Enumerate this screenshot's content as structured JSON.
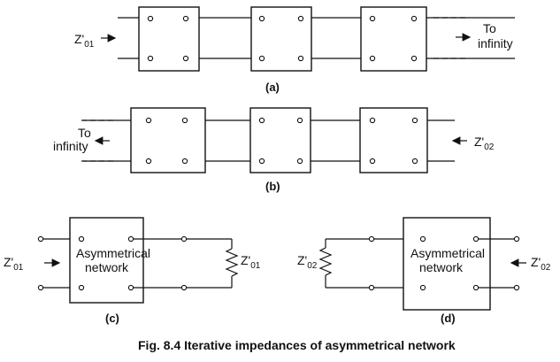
{
  "figure": {
    "caption": "Fig. 8.4 Iterative impedances of asymmetrical network"
  },
  "panel_a": {
    "label": "(a)",
    "input_impedance": {
      "main": "Z'",
      "sub": "01"
    },
    "to_infinity_line1": "To",
    "to_infinity_line2": "infinity"
  },
  "panel_b": {
    "label": "(b)",
    "input_impedance": {
      "main": "Z'",
      "sub": "02"
    },
    "to_infinity_line1": "To",
    "to_infinity_line2": "infinity"
  },
  "panel_c": {
    "label": "(c)",
    "network_line1": "Asymmetrical",
    "network_line2": "network",
    "input_impedance": {
      "main": "Z'",
      "sub": "01"
    },
    "load_impedance": {
      "main": "Z'",
      "sub": "01"
    }
  },
  "panel_d": {
    "label": "(d)",
    "network_line1": "Asymmetrical",
    "network_line2": "network",
    "input_impedance": {
      "main": "Z'",
      "sub": "02"
    },
    "load_impedance": {
      "main": "Z'",
      "sub": "02"
    }
  }
}
